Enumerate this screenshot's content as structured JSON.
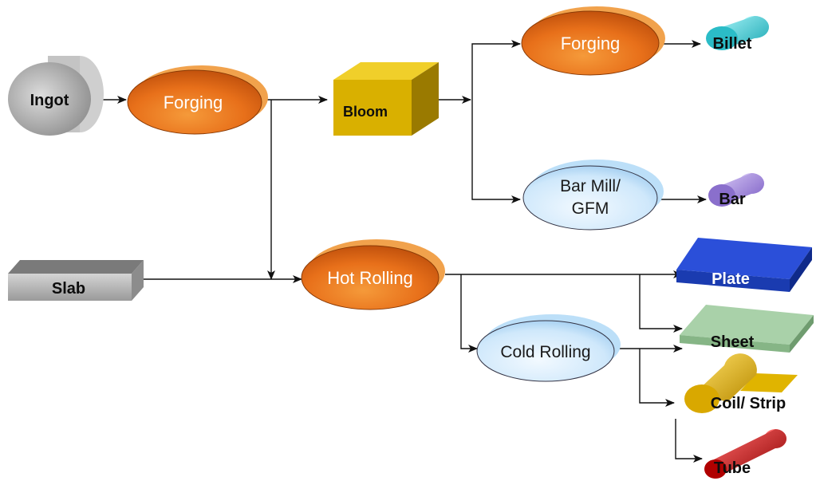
{
  "nodes": {
    "ingot": "Ingot",
    "forging_1": "Forging",
    "bloom": "Bloom",
    "forging_2": "Forging",
    "billet": "Billet",
    "bar_mill_line1": "Bar Mill/",
    "bar_mill_line2": "GFM",
    "bar": "Bar",
    "slab": "Slab",
    "hot_rolling": "Hot Rolling",
    "plate": "Plate",
    "cold_rolling": "Cold Rolling",
    "sheet": "Sheet",
    "coil_strip": "Coil/ Strip",
    "tube": "Tube"
  },
  "colors": {
    "orange_process": "#e8701a",
    "blue_process": "#cfe8fb",
    "bloom_gold": "#d9b000",
    "billet_cyan": "#3cc7d1",
    "bar_purple": "#9b7fd4",
    "plate_blue": "#1f3fbf",
    "sheet_green": "#9fc79f",
    "coil_gold": "#d9a800",
    "tube_red": "#c01010",
    "ingot_gray": "#b8b8b8",
    "slab_gray": "#c8c8c8"
  }
}
